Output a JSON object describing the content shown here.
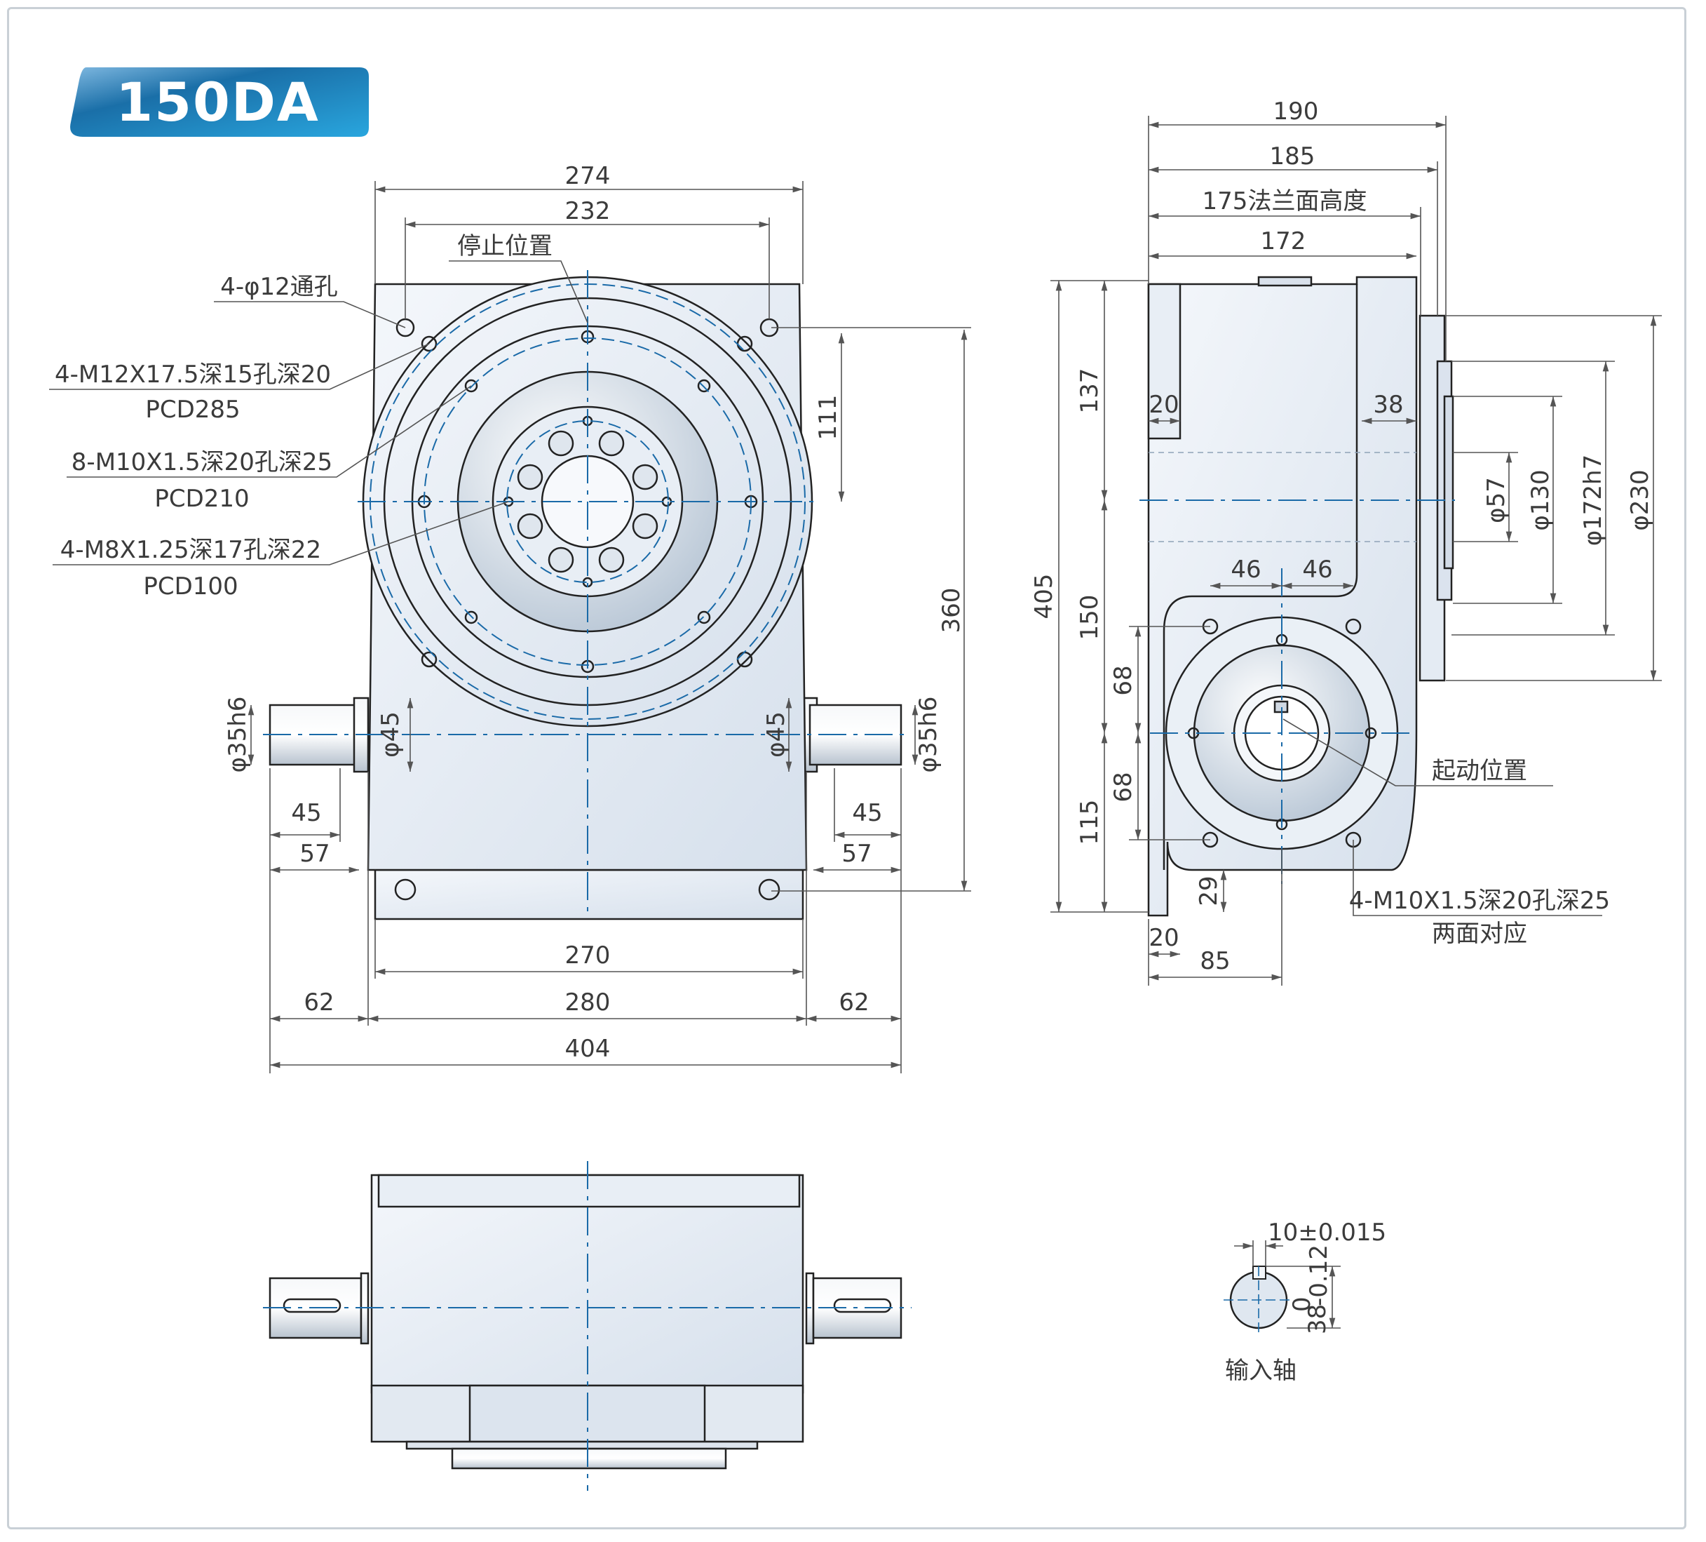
{
  "model": "150DA",
  "front_view": {
    "dims": {
      "top_overall": "274",
      "top_inner": "232",
      "height_upper": "111",
      "height_overall": "360",
      "shaft_left_dia": "φ35h6",
      "shaft_left_collar": "φ45",
      "shaft_right_collar": "φ45",
      "shaft_right_dia": "φ35h6",
      "left_45": "45",
      "left_57": "57",
      "right_45": "45",
      "right_57": "57",
      "base_270": "270",
      "left_62": "62",
      "mid_280": "280",
      "right_62": "62",
      "total_404": "404"
    },
    "callouts": {
      "stop_position": "停止位置",
      "through_holes": "4-φ12通孔",
      "m12_holes": "4-M12X17.5深15孔深20",
      "pcd285": "PCD285",
      "m10_holes": "8-M10X1.5深20孔深25",
      "pcd210": "PCD210",
      "m8_holes": "4-M8X1.25深17孔深22",
      "pcd100": "PCD100"
    }
  },
  "side_view": {
    "dims": {
      "w190": "190",
      "w185": "185",
      "flange_height": "175法兰面高度",
      "w172": "172",
      "h137": "137",
      "h405": "405",
      "h150": "150",
      "h68a": "68",
      "h68b": "68",
      "h115": "115",
      "h29": "29",
      "w20top": "20",
      "w38": "38",
      "w46a": "46",
      "w46b": "46",
      "w20bottom": "20",
      "w85": "85",
      "dia57": "φ57",
      "dia130": "φ130",
      "dia172": "φ172h7",
      "dia230": "φ230"
    },
    "callouts": {
      "start_position": "起动位置",
      "m10_holes": "4-M10X1.5深20孔深25",
      "both_sides": "两面对应"
    }
  },
  "shaft_detail": {
    "key_width": "10±0.015",
    "key_depth": "38",
    "tolerance_upper": "0",
    "tolerance_lower": "-0.12",
    "caption": "输入轴"
  },
  "colors": {
    "badge_dark": "#0e5a8a",
    "badge_light": "#2aa3d9",
    "centerline": "#1a6aa8",
    "body_fill": "#e3eaf3",
    "outline": "#222222"
  }
}
